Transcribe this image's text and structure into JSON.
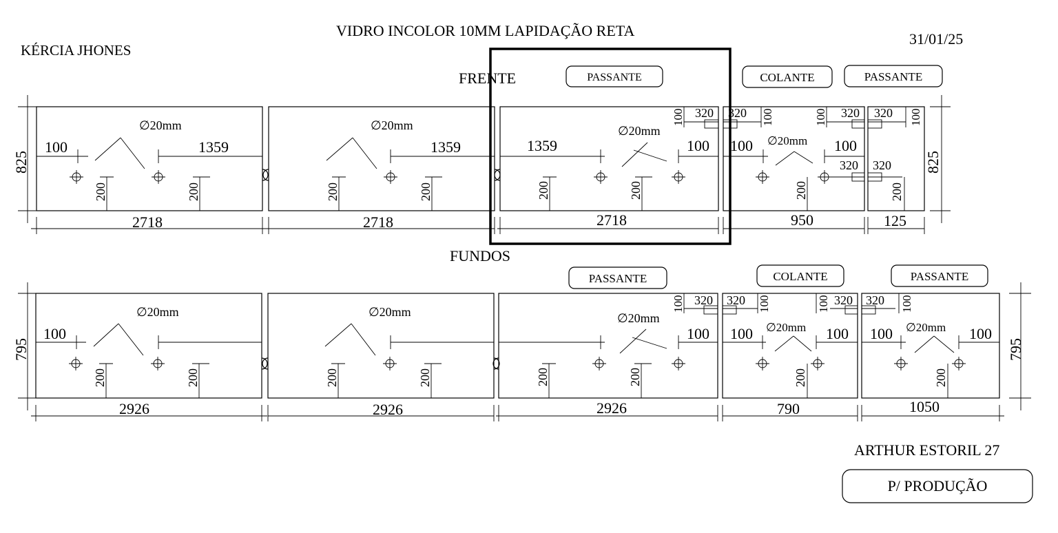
{
  "header": {
    "client": "KÉRCIA JHONES",
    "material": "VIDRO INCOLOR 10MM LAPIDAÇÃO RETA",
    "date": "31/01/25"
  },
  "footer": {
    "address": "ARTHUR ESTORIL 27",
    "status": "P/ PRODUÇÃO"
  },
  "sections": [
    {
      "title": "FRENTE",
      "height_label": "825",
      "tags": [
        "PASSANTE",
        "COLANTE",
        "PASSANTE"
      ],
      "panels": [
        {
          "width": "2718",
          "hole": "∅20mm",
          "left_dim": "100",
          "right_dim": "1359",
          "v_dim": "200"
        },
        {
          "width": "2718",
          "hole": "∅20mm",
          "left_dim": "",
          "right_dim": "1359",
          "v_dim": "200"
        },
        {
          "width": "2718",
          "hole": "∅20mm",
          "left_dim": "1359",
          "right_dim": "100",
          "v_dim": "200",
          "top_dims": [
            "100",
            "320"
          ]
        },
        {
          "width": "950",
          "hole": "∅20mm",
          "left_dim": "100",
          "right_dim": "100",
          "v_dim": "200",
          "top_dims": [
            "320",
            "100",
            "100",
            "320"
          ],
          "mid_dim": "320"
        },
        {
          "width": "125",
          "v_dim": "200",
          "top_dims": [
            "320",
            "100"
          ],
          "mid_dim": "320"
        }
      ]
    },
    {
      "title": "FUNDOS",
      "height_label": "795",
      "tags": [
        "PASSANTE",
        "COLANTE",
        "PASSANTE"
      ],
      "panels": [
        {
          "width": "2926",
          "hole": "∅20mm",
          "left_dim": "100",
          "v_dim": "200"
        },
        {
          "width": "2926",
          "hole": "∅20mm",
          "v_dim": "200"
        },
        {
          "width": "2926",
          "hole": "∅20mm",
          "right_dim": "100",
          "v_dim": "200",
          "top_dims": [
            "100",
            "320"
          ]
        },
        {
          "width": "790",
          "hole": "∅20mm",
          "left_dim": "100",
          "right_dim": "100",
          "v_dim": "200",
          "top_dims": [
            "320",
            "100",
            "100",
            "320"
          ]
        },
        {
          "width": "1050",
          "hole": "∅20mm",
          "left_dim": "100",
          "right_dim": "100",
          "v_dim": "200",
          "top_dims": [
            "320",
            "100"
          ]
        }
      ]
    }
  ]
}
